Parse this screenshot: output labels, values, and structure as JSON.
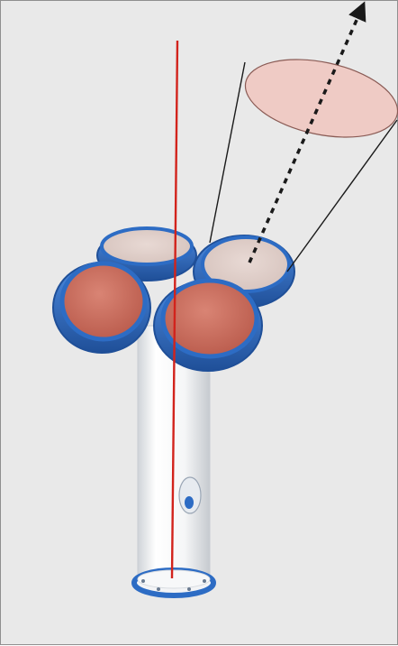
{
  "figure": {
    "depicts": [
      "vertical-cylindrical-mast",
      "four-circular-detector-heads",
      "vertical-axis-line",
      "viewing-cone",
      "pointing-direction-arrow"
    ],
    "colors": {
      "background": "#e9e9e9",
      "frame_border": "#8f8f8f",
      "axis_line": "#d2231c",
      "cone_lines": "#1a1a1a",
      "cone_cap_fill": "#efc9c3",
      "cone_cap_stroke": "#8a5b55",
      "detector_rim": "#2d6cc4",
      "detector_rim_dark": "#1f4f98",
      "detector_face": "#cf6f5f",
      "arrow": "#1a1a1a",
      "mast_body": "#f7f7f7"
    }
  }
}
